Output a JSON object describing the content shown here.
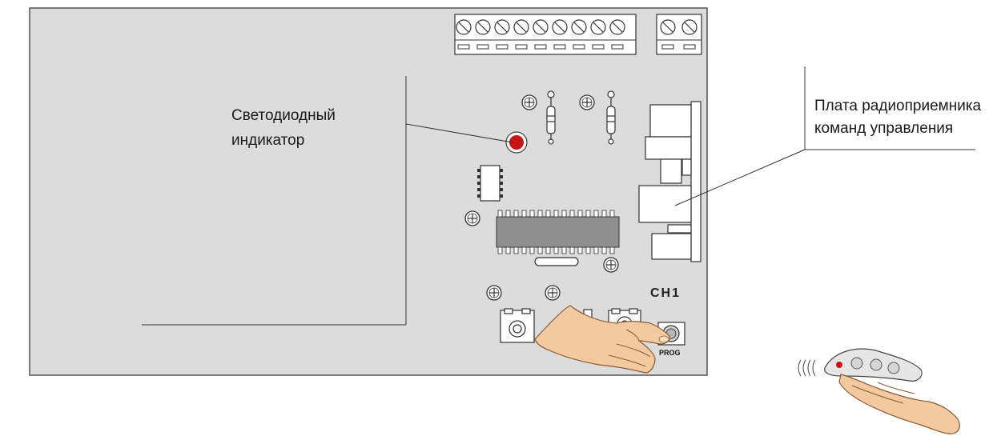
{
  "labels": {
    "led_indicator_line1": "Светодиодный",
    "led_indicator_line2": "индикатор",
    "receiver_board_line1": "Плата радиоприемника",
    "receiver_board_line2": "команд управления",
    "channel": "CH1",
    "prog_button": "PROG"
  },
  "colors": {
    "board": "#dcdcdc",
    "board_outline": "#555555",
    "led": "#c81414",
    "skin": "#f2c9a0",
    "skin_outline": "#8a5a32",
    "chip": "#8f8f8f"
  },
  "icons": {
    "hand_pressing": "hand-pressing-icon",
    "remote_control": "remote-control-icon",
    "radio_waves": "radio-waves-icon"
  }
}
